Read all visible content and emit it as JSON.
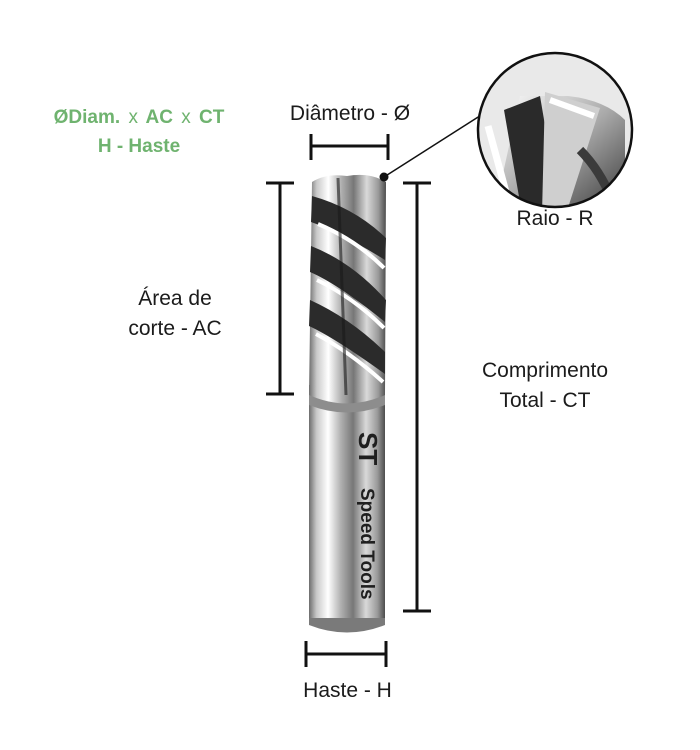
{
  "formula": {
    "diam": "ØDiam.",
    "sep1": "x",
    "ac": "AC",
    "sep2": "x",
    "ct": "CT",
    "line2": "H - Haste"
  },
  "labels": {
    "diametro": "Diâmetro - Ø",
    "raio": "Raio - R",
    "area_line1": "Área de",
    "area_line2": "corte - AC",
    "comp_line1": "Comprimento",
    "comp_line2": "Total - CT",
    "haste": "Haste - H"
  },
  "brand": {
    "shank_text": "Speed Tools",
    "logo_text": "ST"
  },
  "colors": {
    "accent_green": "#6fb36f",
    "dimension_line": "#111111",
    "label_text": "#1b1b1b"
  }
}
